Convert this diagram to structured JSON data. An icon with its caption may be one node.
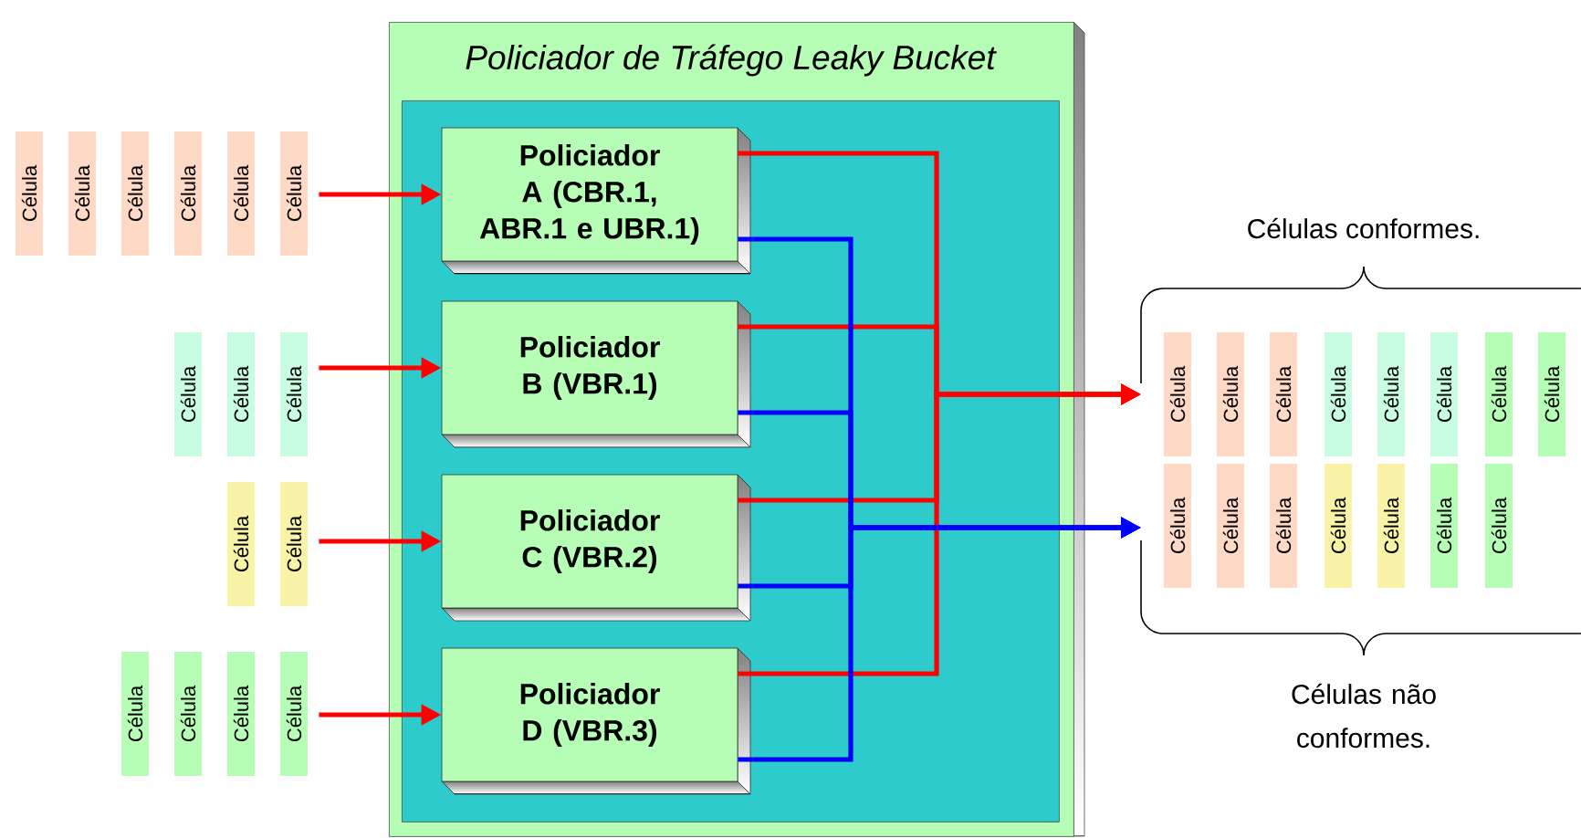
{
  "diagram": {
    "nodes": [
      {
        "text": [
          "Policiador de Tráfego Leaky Bucket"
        ]
      },
      {
        "text": [],
        "shape": "box",
        "in": 0
      },
      {
        "text": [
          "Policiador A (CBR.1, ABR.1 e UBR.1)"
        ],
        "in": 1
      },
      {
        "text": [
          "Policiador B (VBR.1)"
        ],
        "in": 1
      },
      {
        "text": [
          "Policiador C (VBR.2)"
        ],
        "in": 1
      },
      {
        "text": [
          "Policiador D (VBR.3)"
        ],
        "in": 1
      },
      {
        "text": [
          "Célula"
        ]
      },
      {
        "text": [
          "Célula"
        ]
      },
      {
        "text": [
          "Célula"
        ]
      },
      {
        "text": [
          "Célula"
        ]
      },
      {
        "text": [
          "Célula"
        ]
      },
      {
        "text": [
          "Célula"
        ]
      },
      {
        "text": [
          "Célula"
        ]
      },
      {
        "text": [
          "Célula"
        ]
      },
      {
        "text": [
          "Célula"
        ]
      },
      {
        "text": [
          "Célula"
        ]
      },
      {
        "text": [
          "Célula"
        ]
      },
      {
        "text": [
          "Célula"
        ]
      },
      {
        "text": [
          "Célula"
        ]
      },
      {
        "text": [
          "Célula"
        ]
      },
      {
        "text": [
          "Célula"
        ]
      },
      {
        "text": [
          "Célula"
        ]
      },
      {
        "text": [
          "Célula"
        ]
      },
      {
        "text": [
          "Célula"
        ]
      },
      {
        "text": [
          "Célula"
        ]
      },
      {
        "text": [
          "Célula"
        ]
      },
      {
        "text": [
          "Célula"
        ]
      },
      {
        "text": [
          "Célula"
        ]
      },
      {
        "text": [
          "Célula"
        ]
      },
      {
        "text": [
          "Célula"
        ]
      },
      {
        "text": [
          "Célula"
        ]
      },
      {
        "text": [
          "Célula"
        ]
      },
      {
        "text": [
          "Célula"
        ]
      },
      {
        "text": [
          "Célula"
        ]
      },
      {
        "text": [
          "Célula"
        ]
      },
      {
        "text": [
          "Célula"
        ]
      },
      {
        "text": [],
        "shape": "brace",
        "beside": [
          "Células conformes."
        ]
      },
      {
        "text": [],
        "shape": "brace",
        "beside": [
          "Células não conformes."
        ]
      }
    ],
    "edges": [
      {
        "from": 11,
        "to": 2,
        "arrow": "to",
        "color": "#ff0000"
      },
      {
        "from": 14,
        "to": 3,
        "arrow": "to",
        "color": "#ff0000"
      },
      {
        "from": 16,
        "to": 4,
        "arrow": "to",
        "color": "#ff0000"
      },
      {
        "from": 20,
        "to": 5,
        "arrow": "to",
        "color": "#ff0000"
      },
      {
        "from": 2,
        "to": 36,
        "arrow": "to",
        "color": "#ff0000"
      },
      {
        "from": 3,
        "to": 36,
        "arrow": "to",
        "color": "#ff0000"
      },
      {
        "from": 4,
        "to": 36,
        "arrow": "to",
        "color": "#ff0000"
      },
      {
        "from": 5,
        "to": 36,
        "arrow": "to",
        "color": "#ff0000"
      },
      {
        "from": 2,
        "to": 37,
        "arrow": "to",
        "color": "#0000ff"
      },
      {
        "from": 3,
        "to": 37,
        "arrow": "to",
        "color": "#0000ff"
      },
      {
        "from": 4,
        "to": 37,
        "arrow": "to",
        "color": "#0000ff"
      },
      {
        "from": 5,
        "to": 37,
        "arrow": "to",
        "color": "#0000ff"
      }
    ]
  }
}
